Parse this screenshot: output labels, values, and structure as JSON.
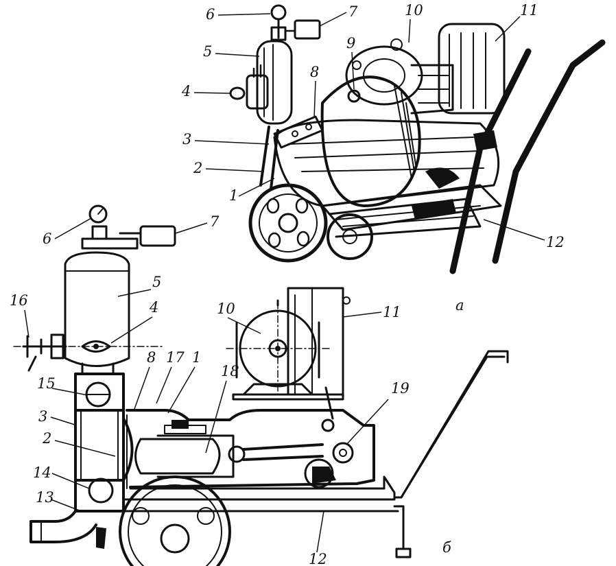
{
  "view_a": {
    "letter": "а",
    "labels": [
      "6",
      "7",
      "10",
      "11",
      "5",
      "9",
      "4",
      "8",
      "3",
      "2",
      "1",
      "12"
    ]
  },
  "view_b": {
    "letter": "б",
    "labels": [
      "6",
      "7",
      "5",
      "16",
      "4",
      "10",
      "11",
      "8",
      "17",
      "1",
      "18",
      "15",
      "3",
      "19",
      "2",
      "14",
      "13",
      "12"
    ]
  }
}
